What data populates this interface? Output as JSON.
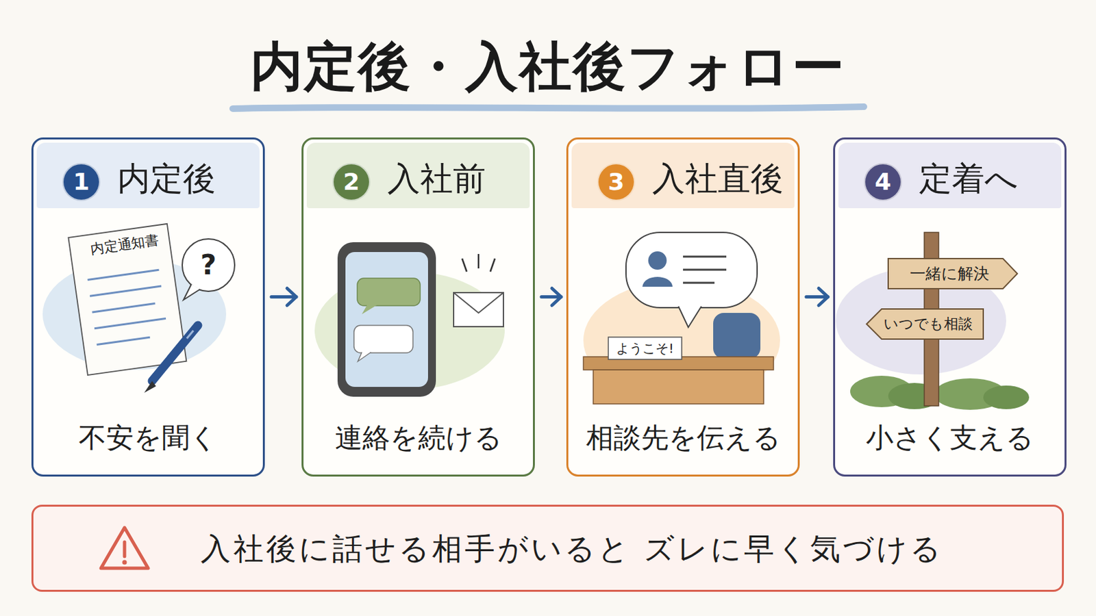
{
  "diagram": {
    "title": "内定後・入社後フォロー",
    "nodes": [
      {
        "text": [
          "内定後",
          "不安を聞く"
        ]
      },
      {
        "text": [
          "1"
        ],
        "in": 0
      },
      {
        "text": [
          "入社前",
          "連絡を続ける"
        ]
      },
      {
        "text": [
          "2"
        ],
        "in": 2
      },
      {
        "text": [
          "入社直後",
          "相談先を伝える"
        ]
      },
      {
        "text": [
          "3"
        ],
        "in": 4
      },
      {
        "text": [
          "定着へ",
          "小さく支える"
        ]
      },
      {
        "text": [
          "4"
        ],
        "in": 6
      },
      {
        "text": [
          "入社後に話せる相手がいると ズレに早く気づける"
        ]
      }
    ],
    "edges": [
      {
        "from": 0,
        "to": 2,
        "arrow": "to"
      },
      {
        "from": 2,
        "to": 4,
        "arrow": "to"
      },
      {
        "from": 4,
        "to": 6,
        "arrow": "to"
      }
    ],
    "labels": [
      "内定通知書",
      "?",
      "ようこそ!",
      "一緒に解決",
      "いつでも相談"
    ]
  }
}
